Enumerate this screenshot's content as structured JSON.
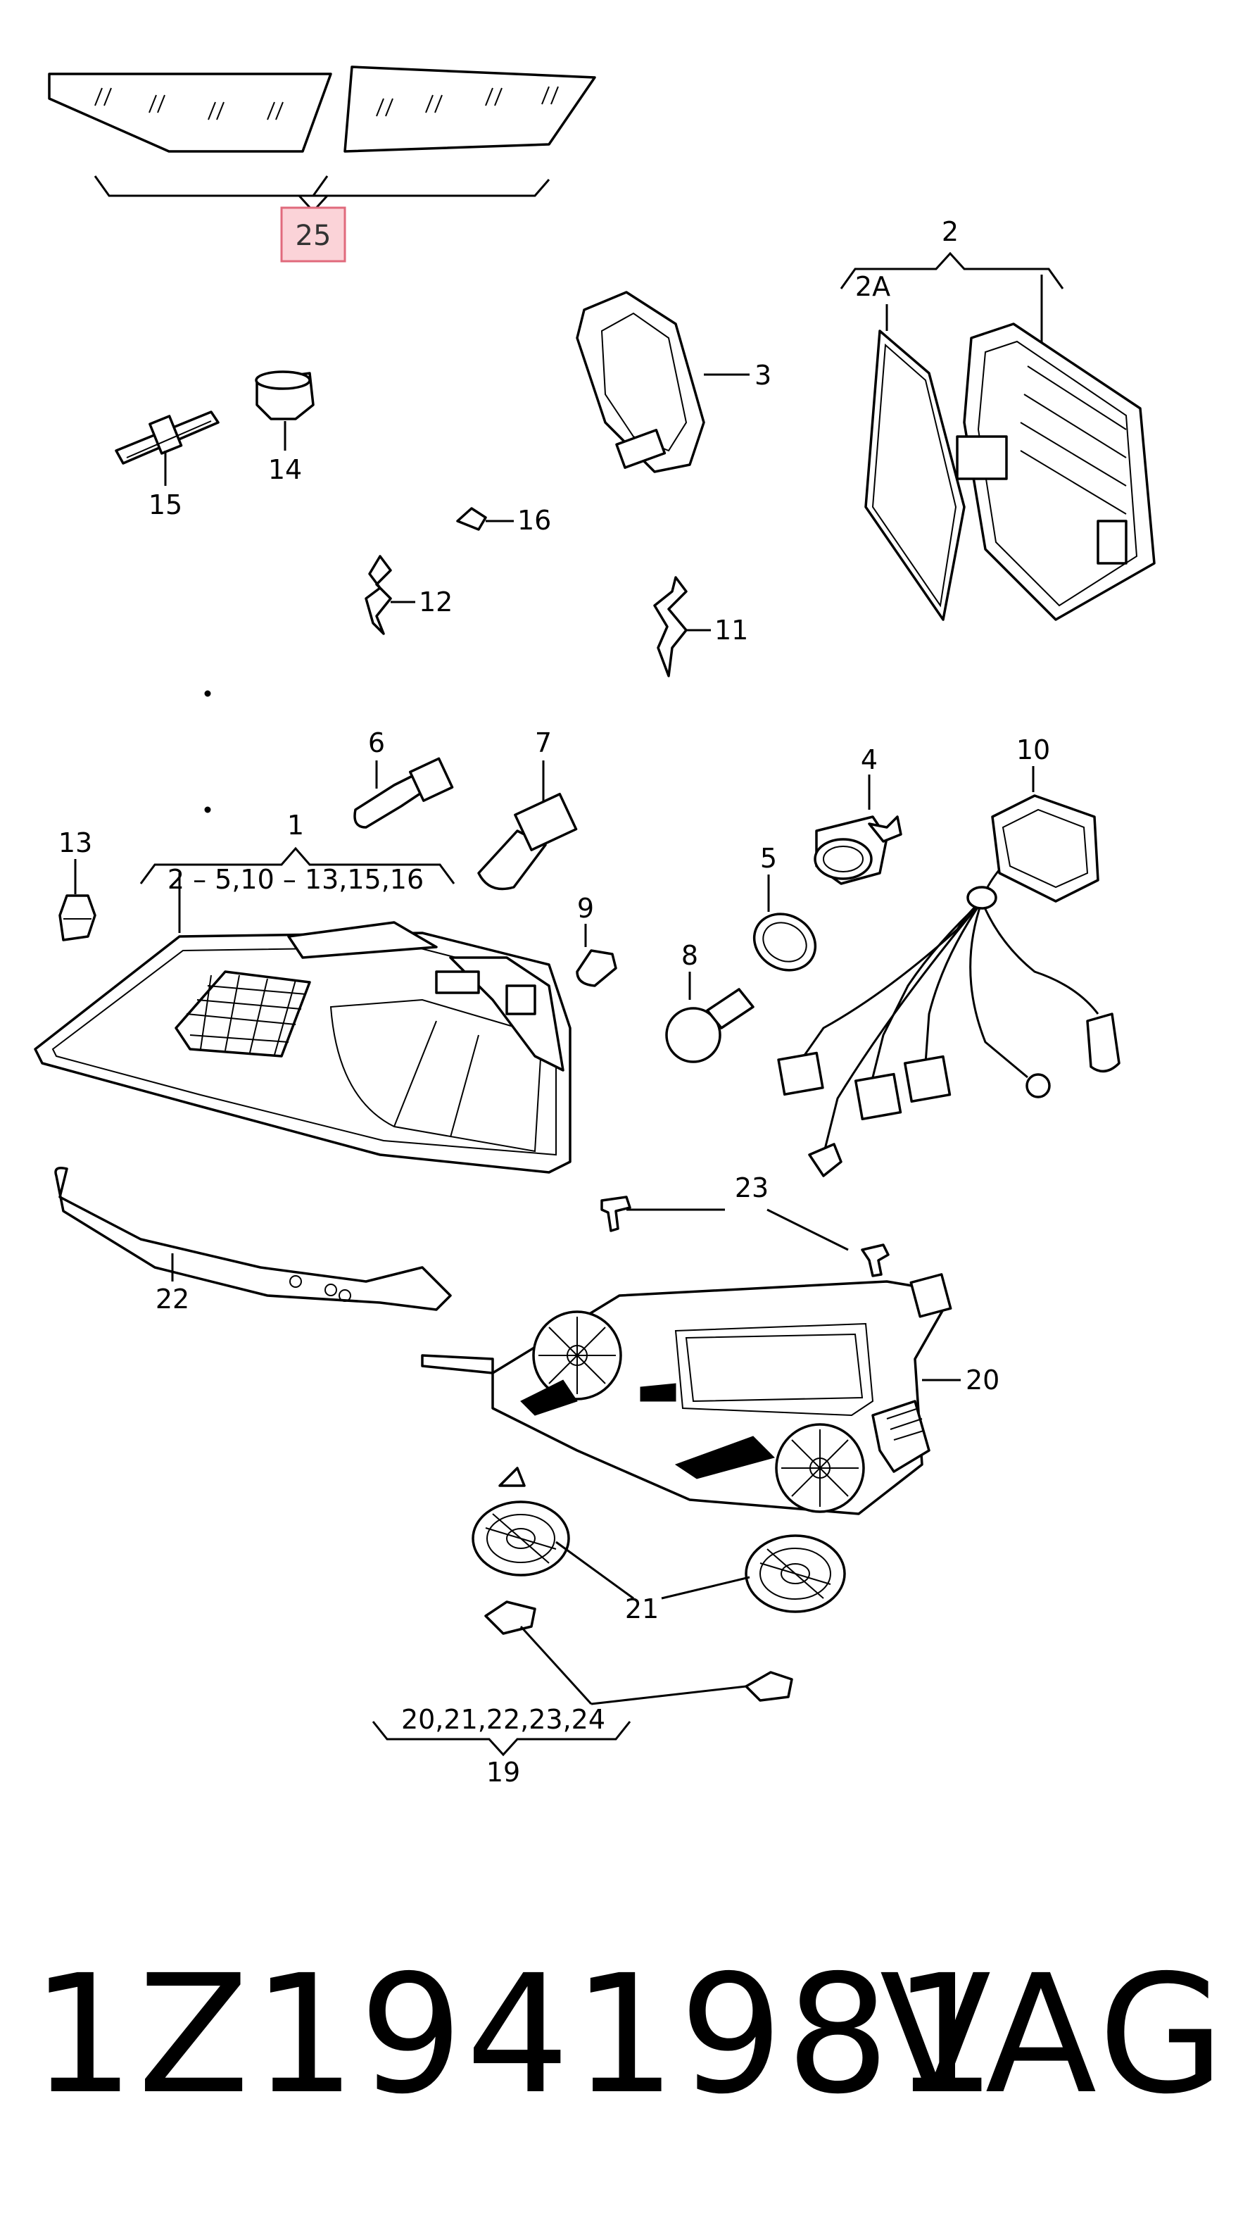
{
  "callouts": {
    "c1": "1",
    "c1_sub": "2 – 5,10 – 13,15,16",
    "c2": "2",
    "c2a": "2A",
    "c3": "3",
    "c4": "4",
    "c5": "5",
    "c6": "6",
    "c7": "7",
    "c8": "8",
    "c9": "9",
    "c10": "10",
    "c11": "11",
    "c12": "12",
    "c13": "13",
    "c14": "14",
    "c15": "15",
    "c16": "16",
    "c19": "19",
    "c19_sub": "20,21,22,23,24",
    "c20": "20",
    "c21": "21",
    "c22": "22",
    "c23": "23",
    "c25": "25"
  },
  "highlight_color": "#f4b6c0",
  "footer": {
    "part_number": "1Z1941981",
    "brand": "VAG"
  }
}
